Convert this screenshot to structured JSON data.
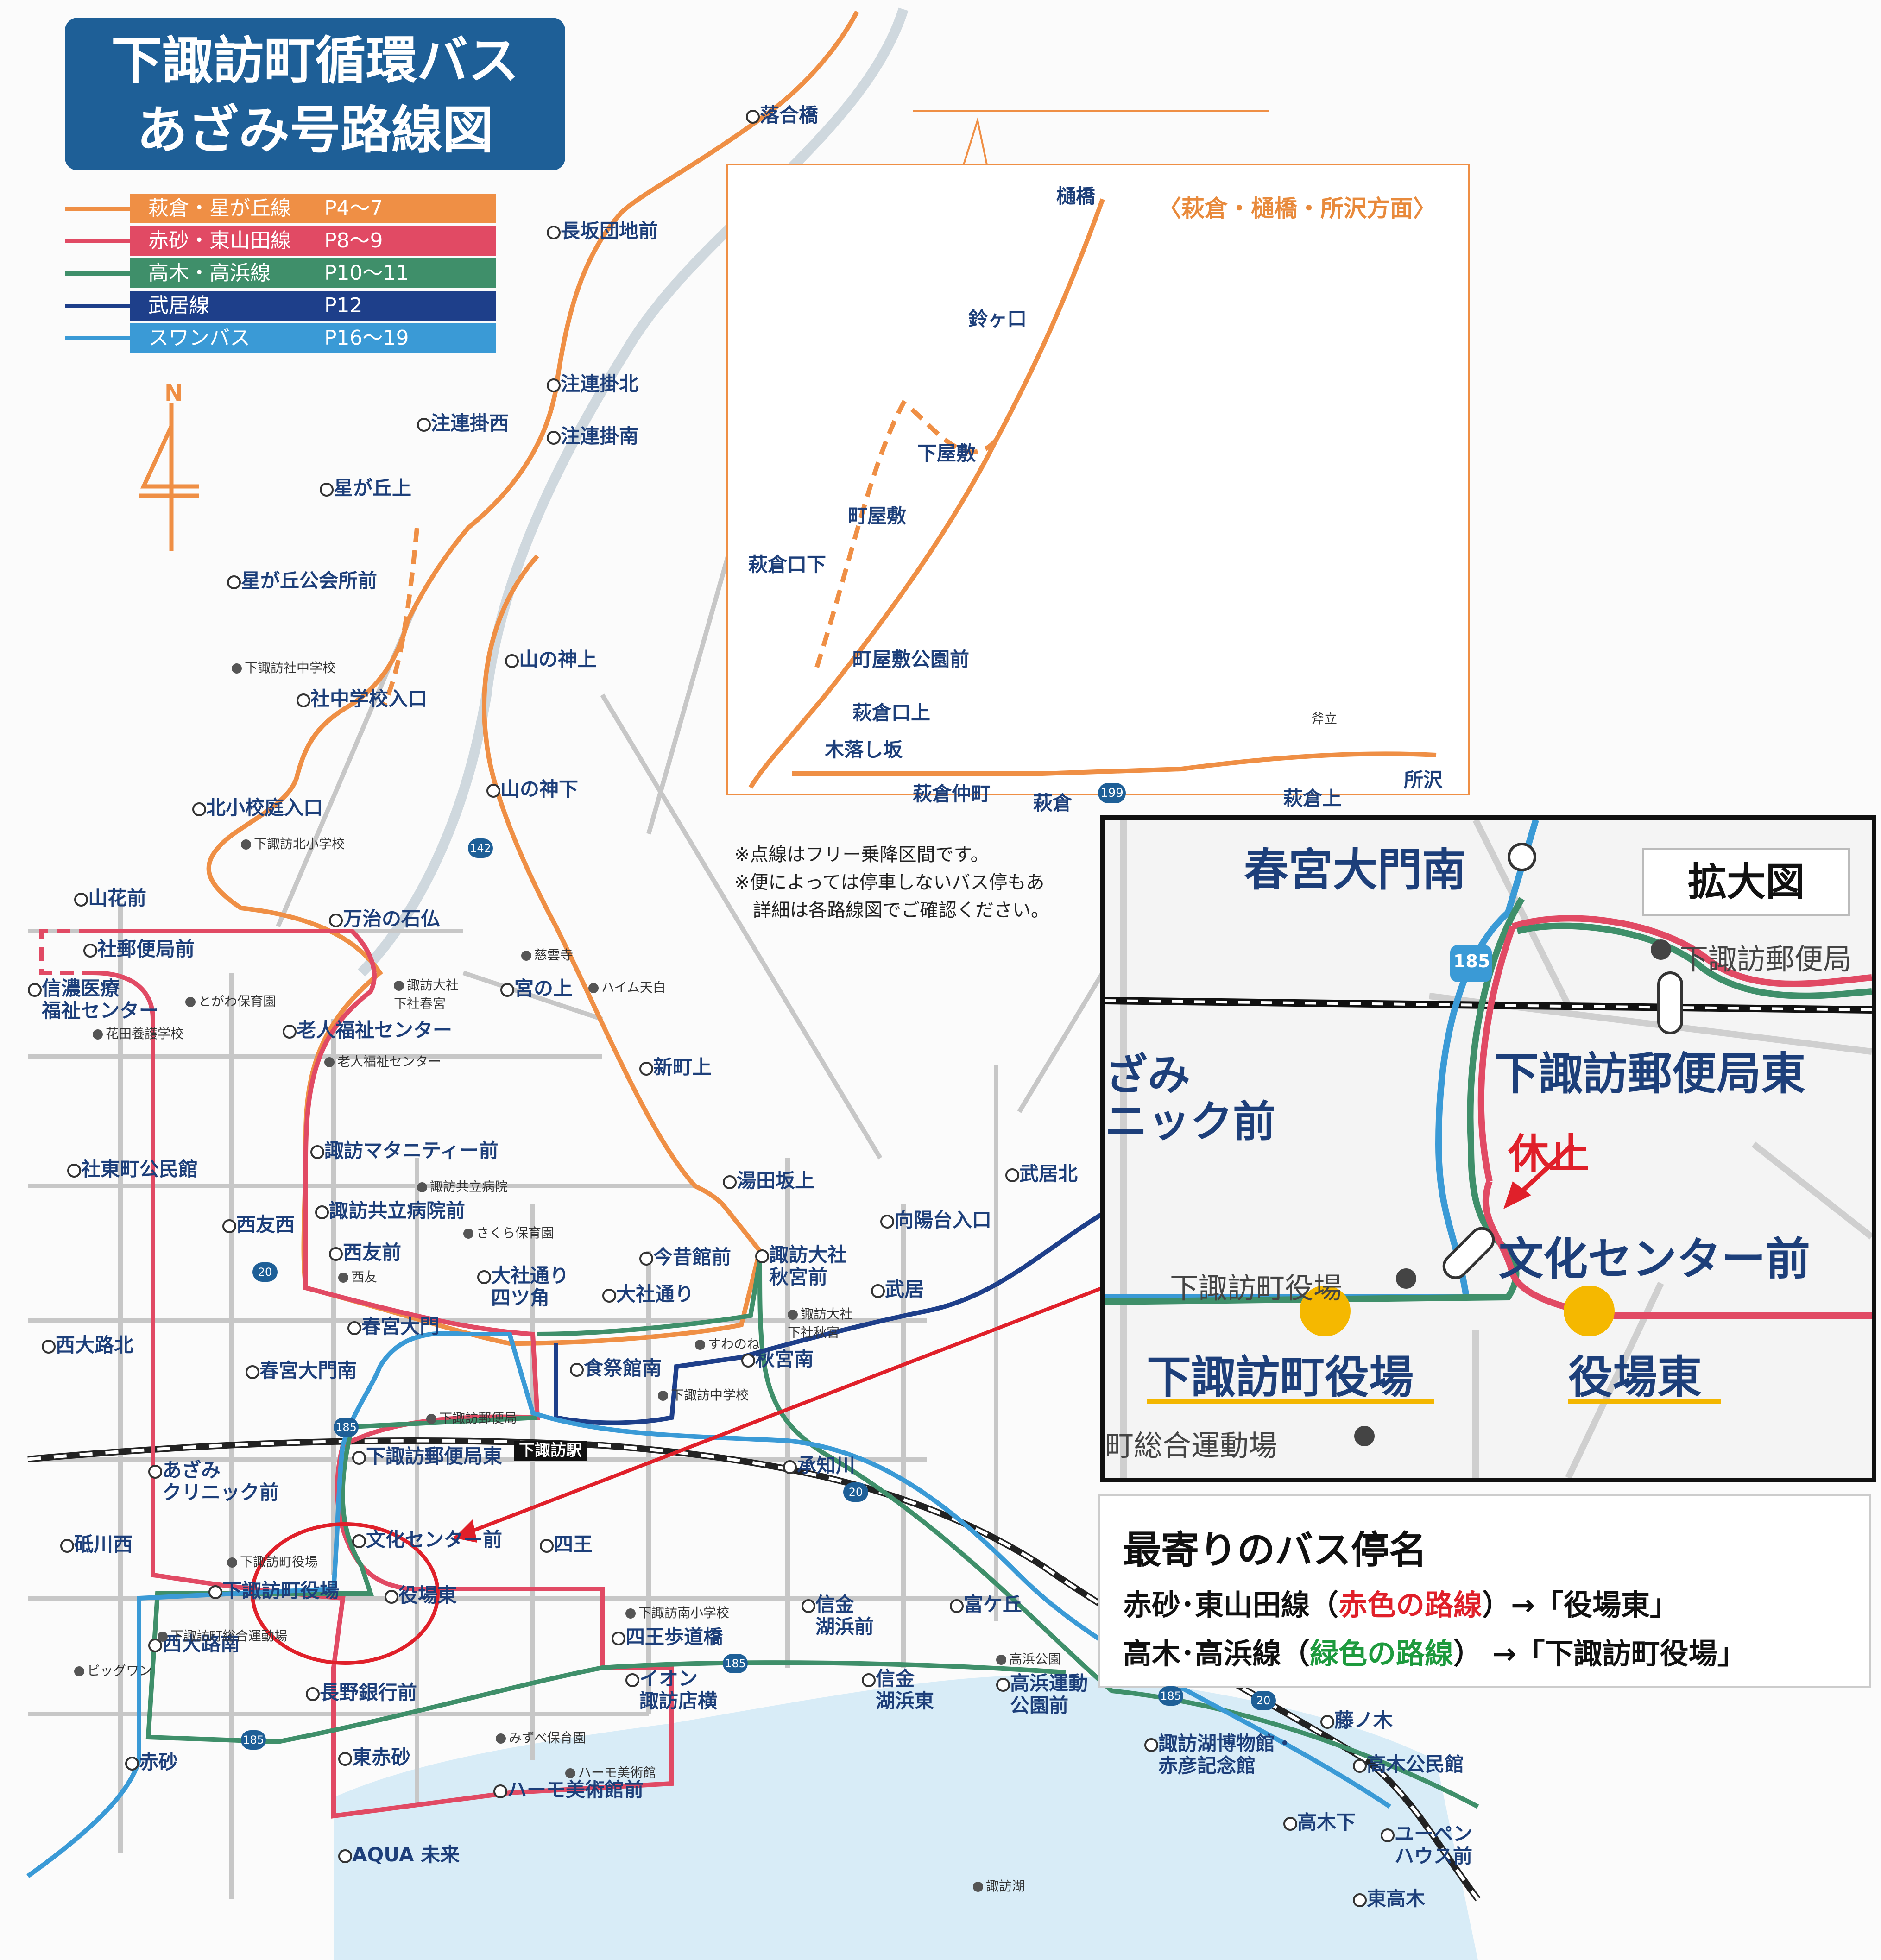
{
  "title": {
    "line1": "下諏訪町循環バス",
    "line2": "あざみ号路線図"
  },
  "legend": [
    {
      "name": "萩倉・星が丘線",
      "pages": "P4〜7",
      "color": "#ef8f45"
    },
    {
      "name": "赤砂・東山田線",
      "pages": "P8〜9",
      "color": "#e14a64"
    },
    {
      "name": "高木・高浜線",
      "pages": "P10〜11",
      "color": "#3f8f6a"
    },
    {
      "name": "武居線",
      "pages": "P12",
      "color": "#1e3f8a"
    },
    {
      "name": "スワンバス",
      "pages": "P16〜19",
      "color": "#3a9ad6"
    }
  ],
  "north_label": "N",
  "stops": [
    "落合橋",
    "長坂団地前",
    "注連掛北",
    "注連掛西",
    "注連掛南",
    "星が丘上",
    "星が丘公会所前",
    "社中学校入口",
    "山の神上",
    "山の神下",
    "北小校庭入口",
    "山花前",
    "社郵便局前",
    "信濃医療\n福祉センター",
    "万治の石仏",
    "宮の上",
    "老人福祉センター",
    "新町上",
    "諏訪マタニティー前",
    "湯田坂上",
    "社東町公民館",
    "西友西",
    "諏訪共立病院前",
    "西友前",
    "大社通り\n四ツ角",
    "大社通り",
    "今昔館前",
    "諏訪大社\n秋宮前",
    "春宮大門",
    "西大路北",
    "春宮大門南",
    "食祭館南",
    "秋宮南",
    "武居北",
    "向陽台入口",
    "武居",
    "下諏訪郵便局東",
    "承知川",
    "あざみ\nクリニック前",
    "砥川西",
    "文化センター前",
    "四王",
    "下諏訪町役場",
    "役場東",
    "西大路南",
    "四王歩道橋",
    "信金\n湖浜前",
    "富ケ丘",
    "イオン\n諏訪店横",
    "信金\n湖浜東",
    "長野銀行前",
    "高浜運動\n公園前",
    "赤砂",
    "東赤砂",
    "ハーモ美術館前",
    "AQUA 未来",
    "藤ノ木",
    "諏訪湖博物館・\n赤彦記念館",
    "高木公民館",
    "高木下",
    "ユーペン\nハウス前",
    "東高木"
  ],
  "landmarks": [
    "下諏訪社中学校",
    "下諏訪北小学校",
    "慈雲寺",
    "ハイム天白",
    "諏訪大社\n下社春宮",
    "とがわ保育園",
    "花田養護学校",
    "老人福祉センター",
    "諏訪共立病院",
    "さくら保育園",
    "西友",
    "すわのね",
    "諏訪大社\n下社秋宮",
    "下諏訪中学校",
    "下諏訪郵便局",
    "下諏訪町役場",
    "下諏訪町総合運動場",
    "ビッグワン",
    "下諏訪南小学校",
    "高浜公園",
    "みずべ保育園",
    "ハーモ美術館",
    "諏訪湖"
  ],
  "roads": [
    "142",
    "20",
    "185",
    "20",
    "185",
    "185",
    "20",
    "185"
  ],
  "station": "下諏訪駅",
  "inset": {
    "title": "〈萩倉・樋橋・所沢方面〉",
    "stops": [
      "樋橋",
      "鈴ヶ口",
      "下屋敷",
      "町屋敷",
      "萩倉口下",
      "町屋敷公園前",
      "萩倉口上",
      "木落し坂",
      "萩倉仲町",
      "萩倉",
      "萩倉上",
      "所沢"
    ],
    "landmark": "斧立",
    "road": "199"
  },
  "notes": [
    "※点線はフリー乗降区間です。",
    "※便によっては停車しないバス停もあ",
    "　詳細は各路線図でご確認ください。"
  ],
  "zoom": {
    "label": "拡大図",
    "stops": [
      "春宮大門南",
      "下諏訪郵便局東",
      "文化センター前",
      "ざみ\nニック前",
      "下諏訪町役場",
      "役場東"
    ],
    "landmarks": [
      "下諏訪郵便局",
      "下諏訪町役場",
      "町総合運動場"
    ],
    "suspended": "休止",
    "road": "185"
  },
  "info": {
    "heading": "最寄りのバス停名",
    "row1": {
      "pre": "赤砂･東山田線（",
      "hl": "赤色の路線",
      "post": "）→「役場東」"
    },
    "row2": {
      "pre": "高木･高浜線（",
      "hl": "緑色の路線",
      "post": "） →「下諏訪町役場」"
    }
  }
}
